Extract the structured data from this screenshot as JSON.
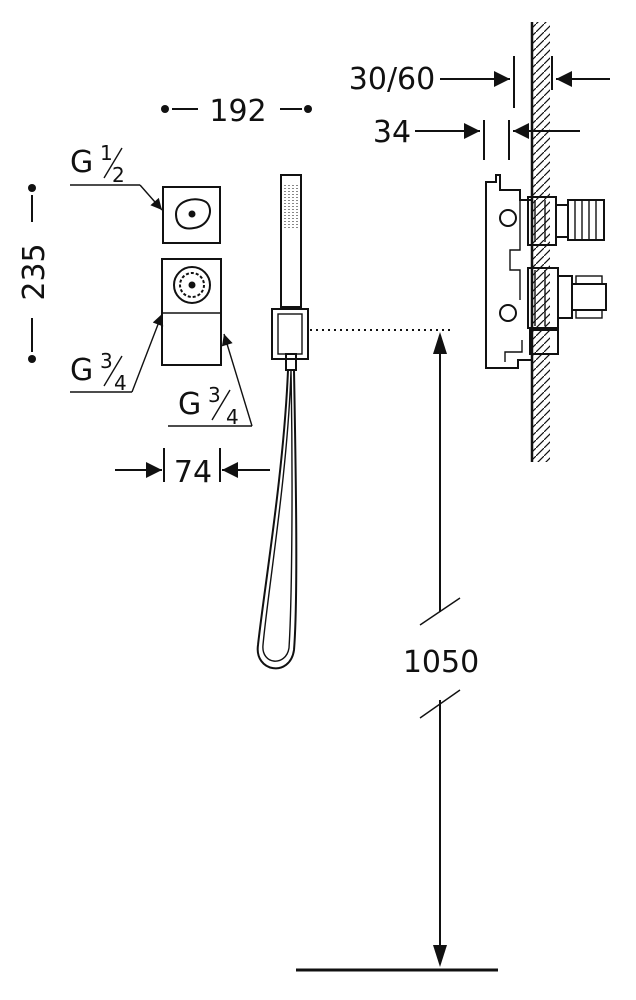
{
  "dimensions": {
    "width_mm": "192",
    "height_mm": "235",
    "depth_range": "30/60",
    "depth_min": "34",
    "width_small": "74",
    "install_height": "1050"
  },
  "connections": {
    "top": {
      "prefix": "G",
      "num": "1",
      "den": "2"
    },
    "bottom_left": {
      "prefix": "G",
      "num": "3",
      "den": "4"
    },
    "bottom_right": {
      "prefix": "G",
      "num": "3",
      "den": "4"
    }
  }
}
